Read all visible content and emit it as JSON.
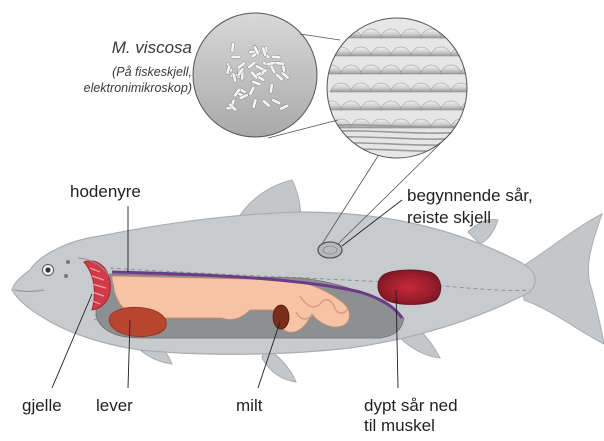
{
  "microscope": {
    "species": "M. viscosa",
    "note_line1": "(På fiskeskjell,",
    "note_line2": "elektronimikroskop)"
  },
  "labels": {
    "hodenyre": "hodenyre",
    "begynnende_line1": "begynnende sår,",
    "begynnende_line2": "reiste skjell",
    "gjelle": "gjelle",
    "lever": "lever",
    "milt": "milt",
    "dypt_line1": "dypt sår ned",
    "dypt_line2": "til muskel"
  },
  "colors": {
    "fish_body": "#c8cbcd",
    "fish_outline": "#a9adb0",
    "fin": "#c4c7ca",
    "cavity": "#8e8f91",
    "intestine": "#f7c3a5",
    "kidney": "#6b3b8a",
    "gill": "#d23a48",
    "liver": "#b8462e",
    "spleen": "#7a2e1a",
    "ulcer": "#9c1e2c",
    "leader": "#231f20"
  }
}
